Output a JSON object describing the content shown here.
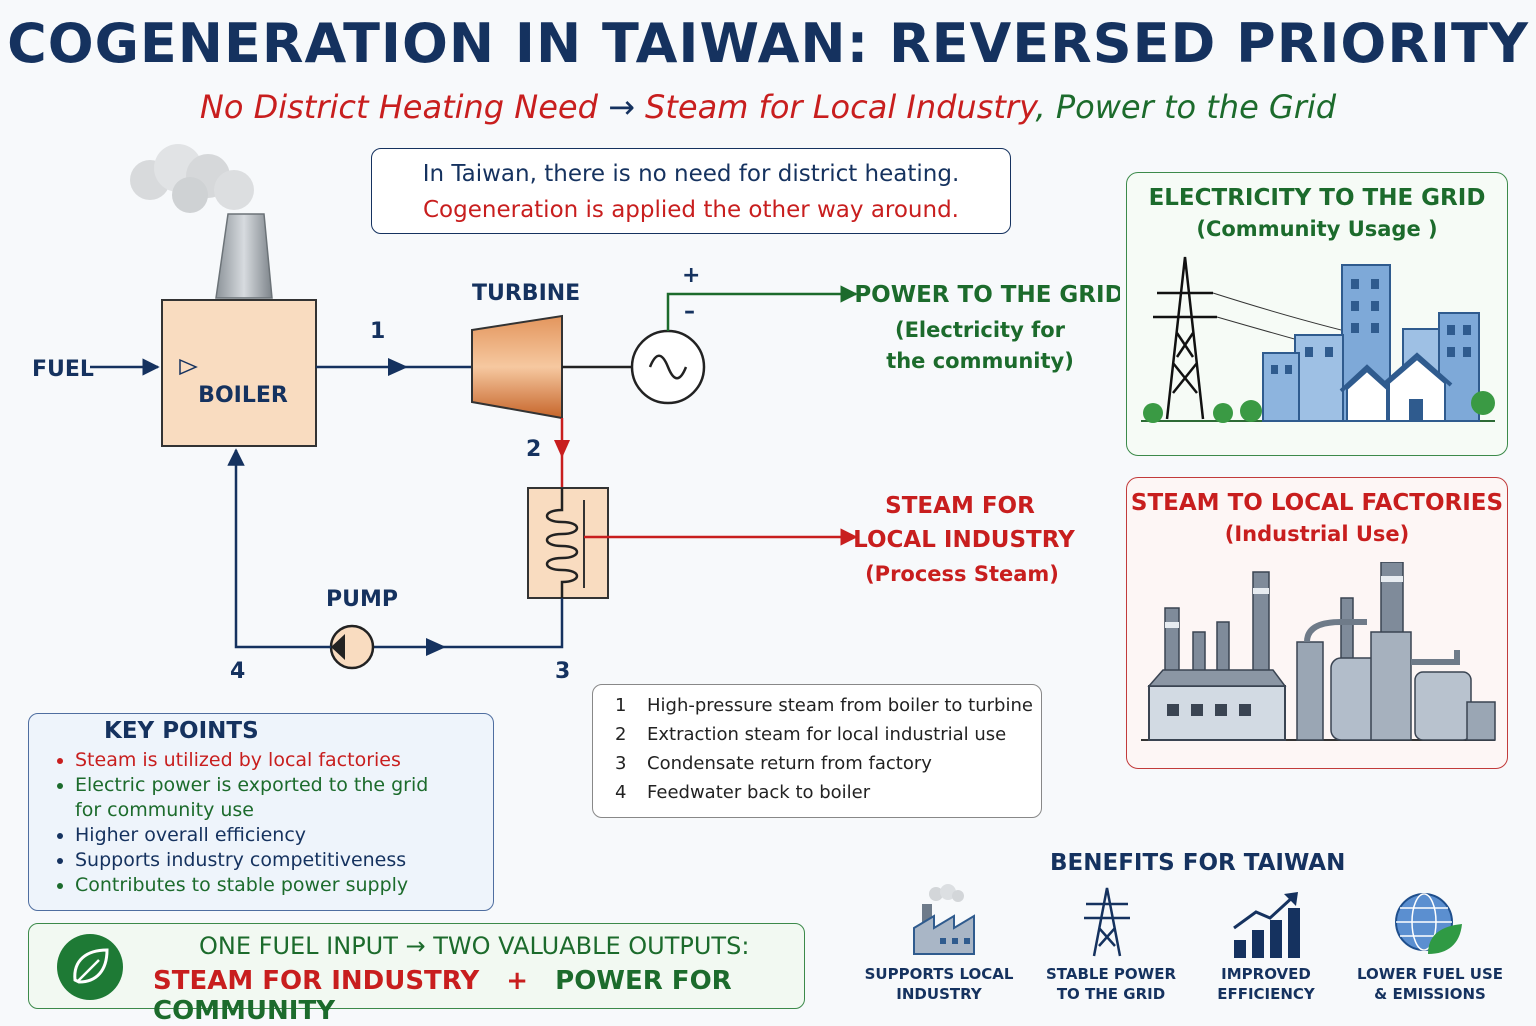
{
  "title": "COGENERATION IN TAIWAN: REVERSED PRIORITY",
  "subtitle": {
    "part1": "No District Heating Need",
    "arrow": "→",
    "part2": "Steam for Local Industry",
    "comma": ",",
    "part3": "Power to the Grid"
  },
  "note": {
    "line1": "In Taiwan, there is no need for district heating.",
    "line2": "Cogeneration is applied the other way around."
  },
  "diagram": {
    "fuel": "FUEL",
    "boiler": "BOILER",
    "turbine": "TURBINE",
    "pump": "PUMP",
    "plus": "+",
    "minus": "–",
    "points": [
      "1",
      "2",
      "3",
      "4"
    ],
    "power_out": {
      "title": "POWER TO THE GRID",
      "sub1": "(Electricity for",
      "sub2": "the community)"
    },
    "steam_out": {
      "title1": "STEAM FOR",
      "title2": "LOCAL INDUSTRY",
      "sub": "(Process Steam)"
    }
  },
  "panels": {
    "grid": {
      "title": "ELECTRICITY TO THE GRID",
      "sub": "(Community Usage )",
      "icon": "city-power-icon"
    },
    "steam": {
      "title": "STEAM TO LOCAL FACTORIES",
      "sub": "(Industrial Use)",
      "icon": "factory-icon"
    }
  },
  "legend": [
    {
      "n": "1",
      "text": "High-pressure steam from boiler to turbine"
    },
    {
      "n": "2",
      "text": "Extraction steam for local industrial use"
    },
    {
      "n": "3",
      "text": "Condensate return from factory"
    },
    {
      "n": "4",
      "text": "Feedwater back to boiler"
    }
  ],
  "key_points": {
    "title": "KEY POINTS",
    "items": [
      "Steam is utilized by local factories",
      "Electric power is exported to the grid for community use",
      "Higher overall efficiency",
      "Supports industry competitiveness",
      "Contributes to stable power supply"
    ]
  },
  "summary": {
    "line1": "ONE FUEL INPUT  →  TWO VALUABLE OUTPUTS:",
    "out1": "STEAM FOR INDUSTRY",
    "plus": "+",
    "out2": "POWER FOR COMMUNITY",
    "icon": "leaf-icon"
  },
  "benefits": {
    "title": "BENEFITS FOR TAIWAN",
    "items": [
      {
        "l1": "SUPPORTS LOCAL",
        "l2": "INDUSTRY",
        "icon": "factory-icon"
      },
      {
        "l1": "STABLE POWER",
        "l2": "TO THE GRID",
        "icon": "pylon-icon"
      },
      {
        "l1": "IMPROVED",
        "l2": "EFFICIENCY",
        "icon": "growth-chart-icon"
      },
      {
        "l1": "LOWER FUEL USE",
        "l2": "& EMISSIONS",
        "icon": "globe-leaf-icon"
      }
    ]
  },
  "colors": {
    "navy": "#15325f",
    "red": "#c81e1e",
    "green": "#1c6b2c"
  }
}
